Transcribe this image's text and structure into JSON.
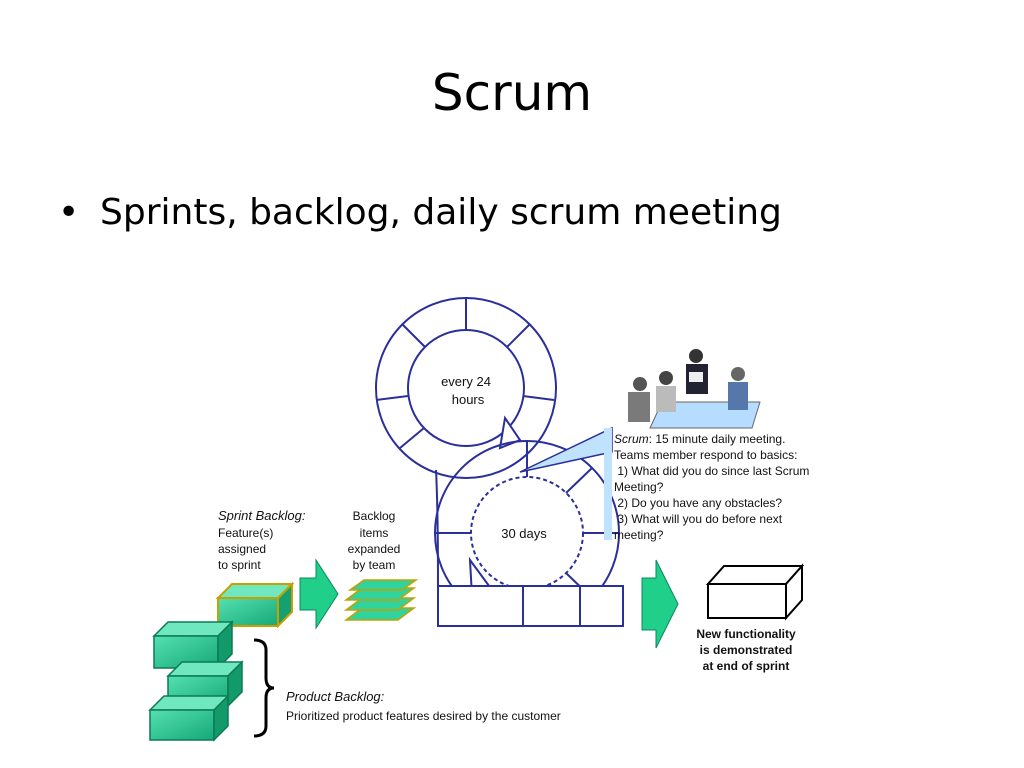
{
  "slide": {
    "title": "Scrum",
    "bullet": "Sprints, backlog, daily scrum meeting"
  },
  "diagram": {
    "daily_cycle_label": [
      "every 24",
      "hours"
    ],
    "sprint_cycle_label": "30 days",
    "sprint_backlog": {
      "title": "Sprint Backlog:",
      "lines": [
        "Feature(s)",
        "assigned",
        "to sprint"
      ]
    },
    "backlog_items": [
      "Backlog",
      "items",
      "expanded",
      "by team"
    ],
    "product_backlog": {
      "title": "Product Backlog:",
      "description": "Prioritized product features desired by the customer"
    },
    "scrum_note": {
      "title": "Scrum",
      "title_rest": ": 15 minute daily meeting.",
      "lines": [
        "Teams member respond to basics:",
        " 1) What did you do since last Scrum",
        "Meeting?",
        " 2) Do you have any obstacles?",
        " 3) What will you do before next",
        "meeting?"
      ]
    },
    "result": [
      "New functionality",
      "is demonstrated",
      "at end of sprint"
    ],
    "colors": {
      "cycle_stroke": "#2a2f9a",
      "block_fill": "#2fc49a",
      "block_border": "#c9a000",
      "arrow_fill": "#1fcf8a",
      "bubble_fill": "#bfe3ff"
    }
  }
}
